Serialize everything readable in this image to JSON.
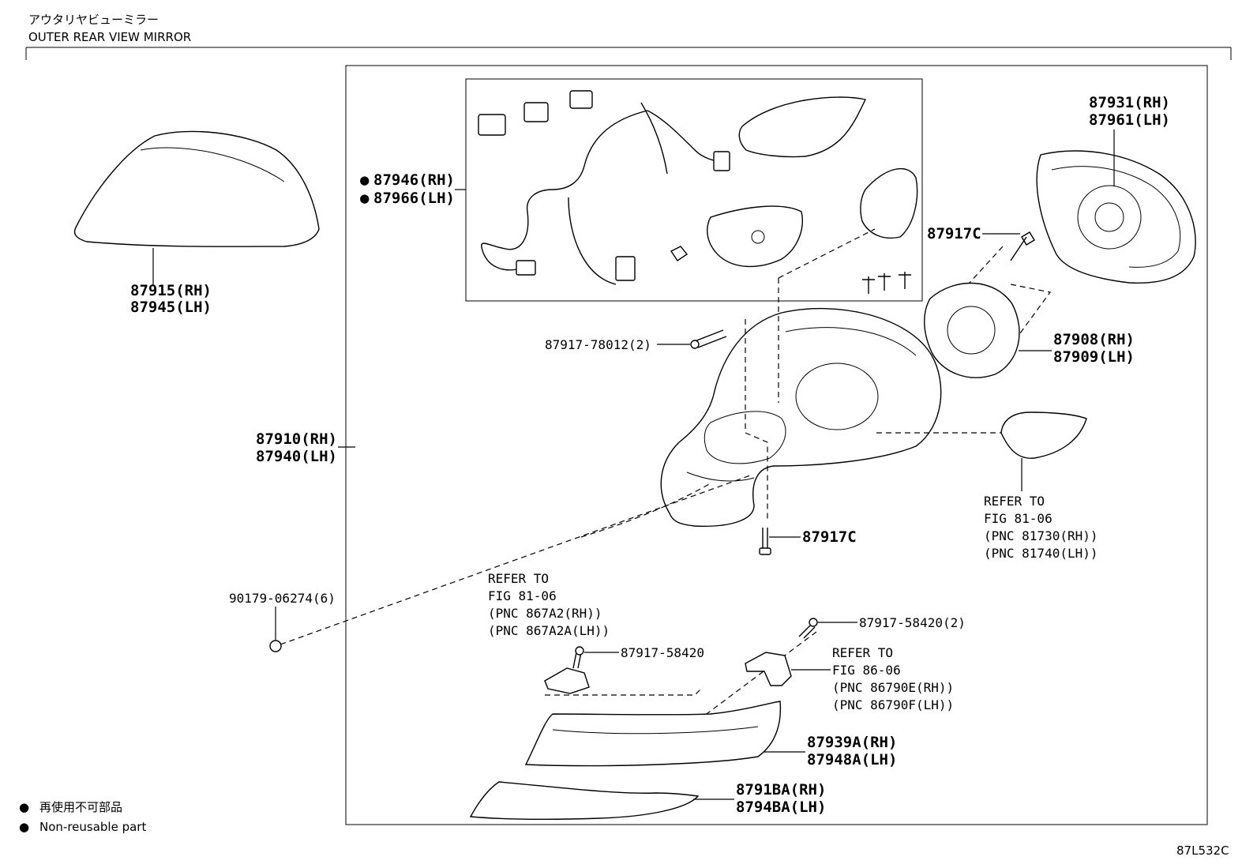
{
  "header": {
    "title_jp": "アウタリヤビューミラー",
    "title_en": "OUTER REAR VIEW MIRROR"
  },
  "figure_code": "87L532C",
  "legend": {
    "symbol": "●",
    "jp": "再使用不可部品",
    "en": "Non-reusable part"
  },
  "labels": {
    "p87915": [
      "87915(RH)",
      "87945(LH)"
    ],
    "p87946": [
      "87946(RH)",
      "87966(LH)"
    ],
    "p87910": [
      "87910(RH)",
      "87940(LH)"
    ],
    "p90179": "90179-06274(6)",
    "p87917_78012": "87917-78012(2)",
    "p87917c_top": "87917C",
    "p87917c_bottom": "87917C",
    "p87931": [
      "87931(RH)",
      "87961(LH)"
    ],
    "p87908": [
      "87908(RH)",
      "87909(LH)"
    ],
    "p87917_58420_a": "87917-58420",
    "p87917_58420_b": "87917-58420(2)",
    "p87939": [
      "87939A(RH)",
      "87948A(LH)"
    ],
    "p8791b": [
      "8791BA(RH)",
      "8794BA(LH)"
    ]
  },
  "notes": {
    "turn_signal": [
      "REFER TO",
      "FIG 81-06",
      "(PNC 81730(RH))",
      "(PNC 81740(LH))"
    ],
    "camera": [
      "REFER TO",
      "FIG 81-06",
      "(PNC 867A2(RH))",
      "(PNC 867A2A(LH))"
    ],
    "lamp": [
      "REFER TO",
      "FIG 86-06",
      "(PNC 86790E(RH))",
      "(PNC 86790F(LH))"
    ]
  }
}
